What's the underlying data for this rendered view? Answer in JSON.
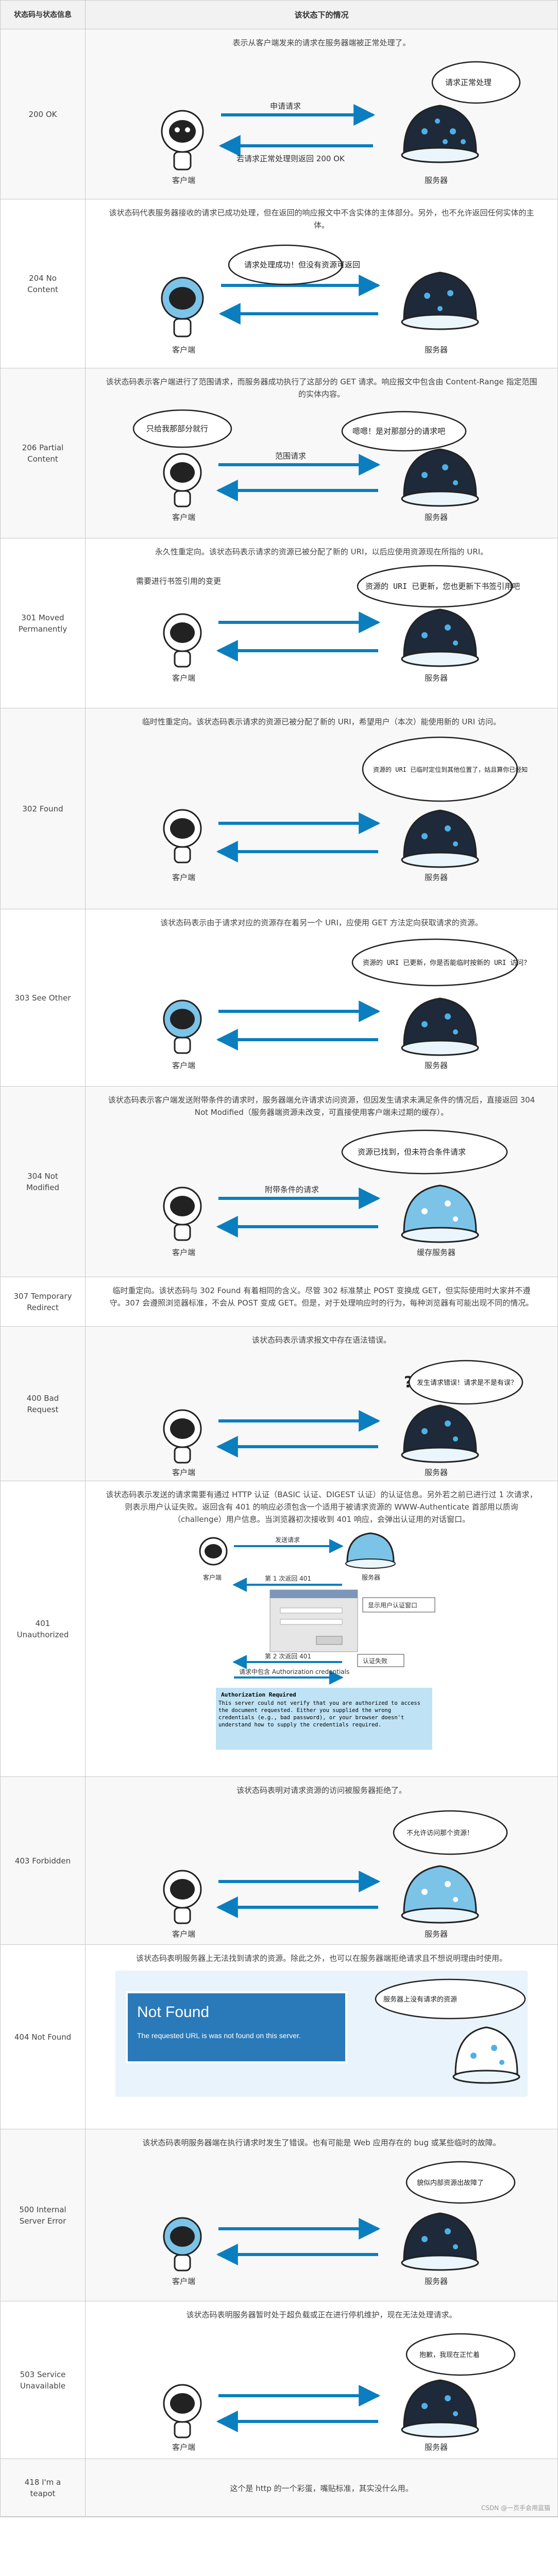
{
  "header": {
    "code_col": "状态码与状态信息",
    "desc_col": "该状态下的情况"
  },
  "common": {
    "client": "客户端",
    "server": "服务器"
  },
  "rows": [
    {
      "code": "200 OK",
      "desc": "表示从客户端发来的请求在服务器端被正常处理了。",
      "top_label": "申请请求",
      "bottom_label": "若请求正常处理则返回 200 OK",
      "bubble": "请求正常处理"
    },
    {
      "code": "204 No\nContent",
      "desc": "该状态码代表服务器接收的请求已成功处理，但在返回的响应报文中不含实体的主体部分。另外，也不允许返回任何实体的主体。",
      "bubble": "请求处理成功！但没有资源可返回"
    },
    {
      "code": "206 Partial\nContent",
      "desc": "该状态码表示客户端进行了范围请求，而服务器成功执行了这部分的 GET 请求。响应报文中包含由 Content-Range 指定范围的实体内容。",
      "client_bubble": "只给我那部分就行",
      "top_label": "范围请求",
      "bubble": "嗯嗯！是对那部分的请求吧"
    },
    {
      "code": "301 Moved\nPermanently",
      "desc": "永久性重定向。该状态码表示请求的资源已被分配了新的 URI，以后应使用资源现在所指的 URI。",
      "client_note": "需要进行书签引用的变更",
      "bubble": "资源的 URI 已更新，您也更新下书签引用吧"
    },
    {
      "code": "302 Found",
      "desc": "临时性重定向。该状态码表示请求的资源已被分配了新的 URI，希望用户（本次）能使用新的 URI 访问。",
      "bubble": "资源的 URI 已临时定位到其他位置了，姑且算你已经知道了这个情况"
    },
    {
      "code": "303 See Other",
      "desc": "该状态码表示由于请求对应的资源存在着另一个 URI，应使用 GET 方法定向获取请求的资源。",
      "bubble": "资源的 URI 已更新，你是否能临时按新的 URI 访问？"
    },
    {
      "code": "304 Not\nModified",
      "desc": "该状态码表示客户端发送附带条件的请求时，服务器端允许请求访问资源，但因发生请求未满足条件的情况后，直接返回 304 Not Modified（服务器端资源未改变，可直接使用客户端未过期的缓存）。",
      "top_label": "附带条件的请求",
      "server_label": "缓存服务器",
      "bubble": "资源已找到，但未符合条件请求"
    },
    {
      "code": "307 Temporary\nRedirect",
      "desc": "临时重定向。该状态码与 302 Found 有着相同的含义。尽管 302 标准禁止 POST 变换成 GET，但实际使用时大家并不遵守。307 会遵照浏览器标准，不会从 POST 变成 GET。但是，对于处理响应时的行为，每种浏览器有可能出现不同的情况。"
    },
    {
      "code": "400 Bad\nRequest",
      "desc": "该状态码表示请求报文中存在语法错误。",
      "bubble": "发生请求错误！请求是不是有误？"
    },
    {
      "code": "401\nUnauthorized",
      "desc": "该状态码表示发送的请求需要有通过 HTTP 认证（BASIC 认证、DIGEST 认证）的认证信息。另外若之前已进行过 1 次请求，则表示用户认证失败。返回含有 401 的响应必须包含一个适用于被请求资源的 WWW-Authenticate 首部用以质询（challenge）用户信息。当浏览器初次接收到 401 响应，会弹出认证用的对话窗口。",
      "step0": "发送请求",
      "step1": "第 1 次返回 401",
      "dialog_title": "需要认证",
      "dialog_note": "显示用户认证窗口",
      "step2": "第 2 次返回 401",
      "step_auth": "请求中包含 Authorization credentials",
      "fail_note": "认证失败",
      "err_title": "Authorization Required",
      "err_text": "This server could not verify that you are authorized to access the document requested. Either you supplied the wrong credentials (e.g., bad password), or your browser doesn't understand how to supply the credentials required."
    },
    {
      "code": "403 Forbidden",
      "desc": "该状态码表明对请求资源的访问被服务器拒绝了。",
      "bubble": "不允许访问那个资源！"
    },
    {
      "code": "404 Not Found",
      "desc": "该状态码表明服务器上无法找到请求的资源。除此之外，也可以在服务器端拒绝请求且不想说明理由时使用。",
      "nf_title": "Not Found",
      "nf_text": "The requested URL is was not found on this server.",
      "bubble": "服务器上没有请求的资源"
    },
    {
      "code": "500 Internal\nServer Error",
      "desc": "该状态码表明服务器端在执行请求时发生了错误。也有可能是 Web 应用存在的 bug 或某些临时的故障。",
      "bubble": "貌似内部资源出故障了"
    },
    {
      "code": "503 Service\nUnavailable",
      "desc": "该状态码表明服务器暂时处于超负载或正在进行停机维护，现在无法处理请求。",
      "bubble": "抱歉，我现在正忙着"
    },
    {
      "code": "418 I'm a\nteapot",
      "desc": "这个是 http 的一个彩蛋，嘴贴标准，其实没什么用。",
      "watermark": "CSDN @一页手会用蓝猫"
    }
  ]
}
